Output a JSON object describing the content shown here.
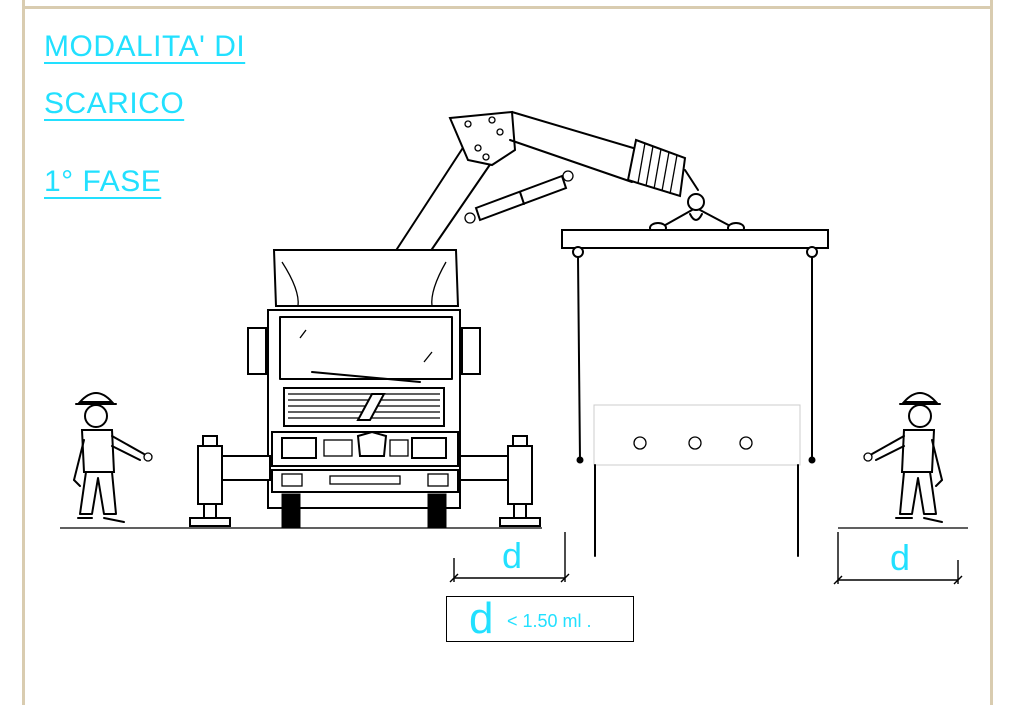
{
  "title": {
    "line1": "MODALITA' DI",
    "line2": "SCARICO",
    "line3": "1° FASE"
  },
  "dimensions": {
    "left_label": "d",
    "right_label": "d"
  },
  "formula": {
    "symbol": "d",
    "condition": "< 1.50 ml ."
  },
  "colors": {
    "accent_text": "#22e0ff",
    "line_art": "#000000",
    "frame": "#d9ccb0"
  }
}
